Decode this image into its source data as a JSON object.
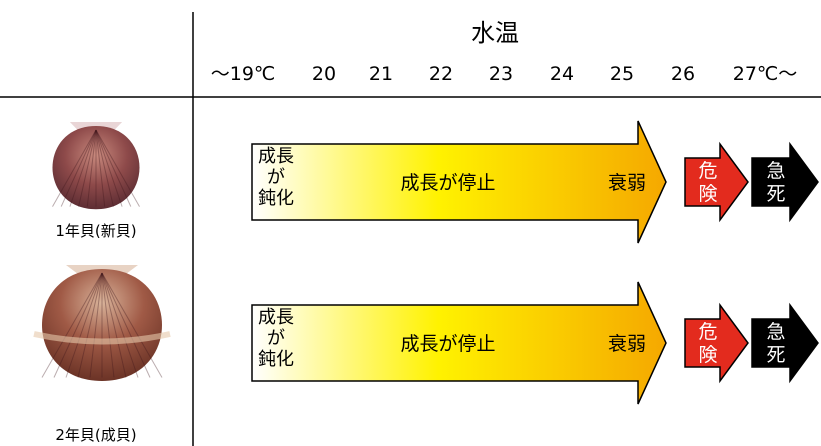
{
  "header": {
    "title": "水温",
    "temperatures": [
      "～19℃",
      "20",
      "21",
      "22",
      "23",
      "24",
      "25",
      "26",
      "27℃～"
    ]
  },
  "rows": [
    {
      "shell_label": "1年貝(新貝)",
      "stage1_lines": [
        "成長",
        "が",
        "鈍化"
      ],
      "stage2": "成長が停止",
      "stage3": "衰弱",
      "danger_lines": [
        "危",
        "険"
      ],
      "death_lines": [
        "急",
        "死"
      ]
    },
    {
      "shell_label": "2年貝(成貝)",
      "stage1_lines": [
        "成長",
        "が",
        "鈍化"
      ],
      "stage2": "成長が停止",
      "stage3": "衰弱",
      "danger_lines": [
        "危",
        "険"
      ],
      "death_lines": [
        "急",
        "死"
      ]
    }
  ],
  "colors": {
    "gradient_start": "#ffffff",
    "gradient_mid": "#fff200",
    "gradient_end": "#f5a800",
    "danger": "#e32b1e",
    "death": "#000000"
  }
}
